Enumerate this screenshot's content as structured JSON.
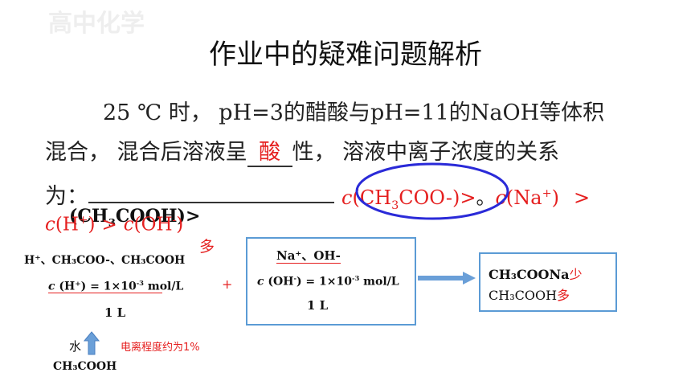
{
  "watermark": "高中化学",
  "title": "作业中的疑难问题解析",
  "para": {
    "line1": "25 ℃ 时， pH=3的醋酸与pH=11的NaOH等体积",
    "line2a": "混合， 混合后溶液呈",
    "answer1": "酸",
    "line2b": "性， 溶液中离子浓度的关系",
    "line3": "为：",
    "ans_c1": "c",
    "ans_sp1": "(CH",
    "ans_sub1": "3",
    "ans_sp1b": "COO-)",
    "ans_gt1": ">",
    "ans_sep": "。",
    "ans_c2": "c",
    "ans_sp2": "(Na",
    "ans_sup2": "+",
    "ans_sp2b": ")",
    "ans_gt2": ">",
    "line4_c1": "c",
    "line4_sp1": "(H",
    "line4_sup1": "+",
    "line4_sp1b": ")",
    "line4_gt": ">",
    "line4_c2": "c",
    "line4_sp2": "(OH",
    "line4_sup2": "-",
    "line4_sp2b": ")",
    "overlap_c": "c",
    "overlap_text": "(CH",
    "overlap_sub": "3",
    "overlap_text2": "COOH)>",
    "duo": "多"
  },
  "left": {
    "species": "H⁺、CH₃COO-、CH₃COOH",
    "conc_c": "c",
    "conc_rest": " (H⁺) = 1×10",
    "conc_exp": "-3",
    "conc_unit": " mol/L",
    "vol": "1 L",
    "water": "水",
    "acid": "CH₃COOH",
    "ionization": "电离程度约为1%"
  },
  "plus": "+",
  "mid": {
    "species": "Na⁺、OH-",
    "conc_c": "c",
    "conc_rest": " (OH",
    "conc_sup": "-",
    "conc_rest2": ") = 1×10",
    "conc_exp": "-3",
    "conc_unit": " mol/L",
    "vol": "1 L"
  },
  "right": {
    "line1": "CH₃COONa",
    "line1_tag": "少",
    "line2": "CH₃COOH",
    "line2_tag": "多"
  },
  "colors": {
    "red": "#e51f1f",
    "box": "#5b9bd5",
    "ellipse": "#2a2ad8",
    "arrow": "#6a9fd8"
  }
}
